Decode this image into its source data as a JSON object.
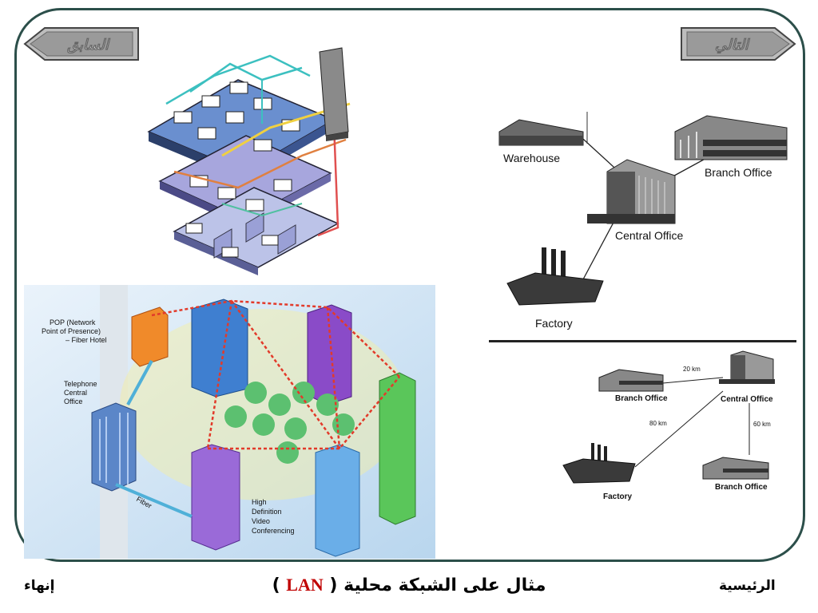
{
  "nav": {
    "prev_label": "السابق",
    "next_label": "التالي"
  },
  "footer": {
    "home": "الرئيسية",
    "end": "إنهاء"
  },
  "title": {
    "prefix": "مثال على الشبكة محلية",
    "open": "(",
    "lan": "LAN",
    "close": ")"
  },
  "diagram_top": {
    "warehouse": "Warehouse",
    "branch": "Branch Office",
    "central": "Central Office",
    "factory": "Factory"
  },
  "diagram_bottom": {
    "branch_left": "Branch Office",
    "central": "Central Office",
    "branch_right": "Branch Office",
    "factory": "Factory",
    "dist_1": "20 km",
    "dist_2": "80 km",
    "dist_3": "60 km"
  },
  "campus": {
    "pop": "POP (Network Point of Presence) – Fiber Hotel",
    "pop_l1": "POP (Network",
    "pop_l2": "Point of Presence)",
    "pop_l3": "– Fiber Hotel",
    "tel_l1": "Telephone",
    "tel_l2": "Central",
    "tel_l3": "Office",
    "fiber": "Fiber",
    "hd_l1": "High",
    "hd_l2": "Definition",
    "hd_l3": "Video",
    "hd_l4": "Conferencing"
  }
}
